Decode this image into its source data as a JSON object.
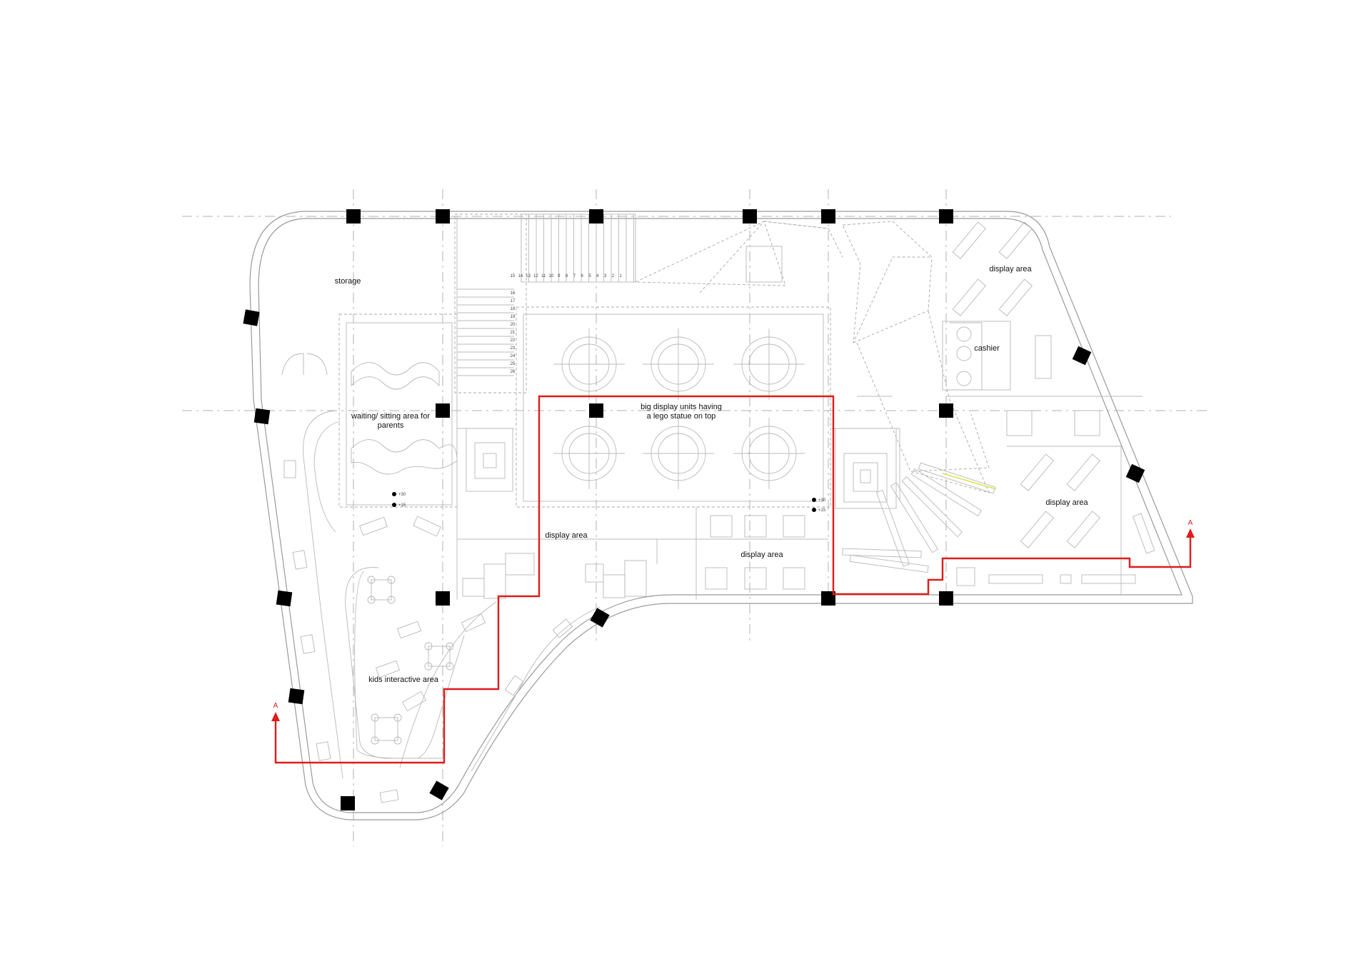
{
  "rooms": {
    "storage": "storage",
    "waiting_line1": "waiting/ sitting area for",
    "waiting_line2": "parents",
    "big_display_line1": "big display units having",
    "big_display_line2": "a lego statue on top",
    "display_left": "display area",
    "display_center": "display area",
    "display_top_right": "display area",
    "display_right": "display area",
    "cashier": "cashier",
    "kids": "kids interactive area"
  },
  "section_marker": {
    "left": "A",
    "right": "A"
  },
  "stair_numbers": [
    "15",
    "14",
    "13",
    "12",
    "11",
    "10",
    "9",
    "8",
    "7",
    "6",
    "5",
    "4",
    "3",
    "2",
    "1"
  ],
  "stair_numbers_lower": [
    "16",
    "17",
    "18",
    "19",
    "20",
    "21",
    "22",
    "23",
    "24",
    "25",
    "26"
  ],
  "levels": {
    "a": "+30",
    "b": "+15"
  },
  "colors": {
    "section_line": "#e01b1b",
    "walls": "#9a9a9a",
    "columns": "#000000"
  }
}
